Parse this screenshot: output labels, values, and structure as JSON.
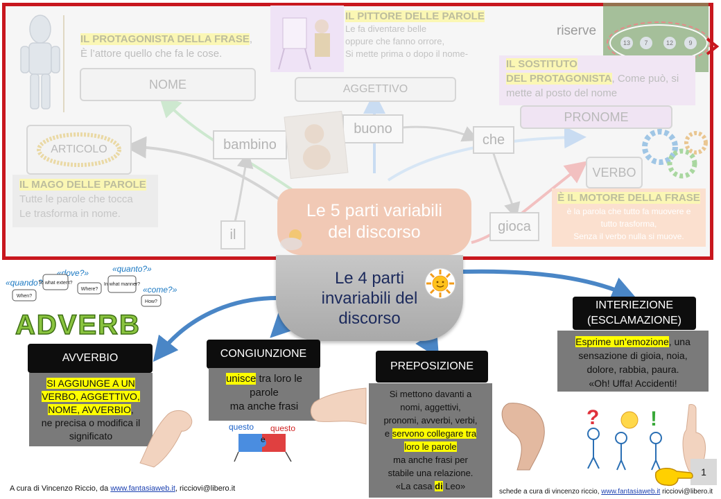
{
  "top": {
    "riserve": "riserve",
    "title_variabili": [
      "Le 5 parti variabili",
      "del discorso"
    ],
    "nome": {
      "heading": "IL PROTAGONISTA DELLA FRASE",
      "heading_suffix": ",",
      "desc": "È l’attore quello che fa le cose.",
      "box": "NOME"
    },
    "aggettivo": {
      "heading": "IL PITTORE  DELLE PAROLE",
      "lines": [
        "Le fa diventare belle",
        " oppure che fanno orrore,",
        "Si mette prima o dopo il nome-"
      ],
      "box": "AGGETTIVO"
    },
    "pronome": {
      "heading1": "IL SOSTITUTO",
      "heading2": "DEL PROTAGONISTA",
      "desc1": ", Come può, si",
      "desc2": "mette  al posto del nome",
      "box": "PRONOME"
    },
    "articolo": {
      "box": "ARTICOLO",
      "heading": "IL MAGO DELLE PAROLE",
      "lines": [
        "Tutte le parole che tocca",
        "Le trasforma in nome."
      ]
    },
    "verbo": {
      "box": "VERBO",
      "heading": "È IL MOTORE DELLA FRASE",
      "lines": [
        " è la parola che tutto fa muovere e",
        "tutto trasforma,",
        "Senza il verbo nulla si muove."
      ]
    },
    "words": {
      "il": "il",
      "bambino": "bambino",
      "buono": "buono",
      "che": "che",
      "gioca": "gioca"
    },
    "jersey_numbers": [
      "13",
      "7",
      "12",
      "9"
    ]
  },
  "center": {
    "title": [
      "Le 4 parti",
      "invariabili del",
      "discorso"
    ]
  },
  "adverb_art": {
    "word": "ADVERB",
    "bubbles": [
      "«quando?»",
      "«dove?»",
      "«quanto?»",
      "«come?»"
    ],
    "signs": [
      "When?",
      "To what extent?",
      "Where?",
      "In what manner?",
      "How?"
    ]
  },
  "avverbio": {
    "label": "AVVERBIO",
    "highlight_lines": [
      "SI AGGIUNGE  A UN",
      "VERBO, AGGETTIVO,",
      "NOME, AVVERBIO"
    ],
    "comma": ",",
    "rest_lines": [
      "ne precisa o modifica il",
      "significato"
    ]
  },
  "congiunzione": {
    "label": "CONGIUNZIONE",
    "hl": "unisce",
    "line1_rest": " tra loro le",
    "lines": [
      "parole",
      "ma anche frasi"
    ],
    "puzzle": [
      "questo",
      "e",
      "questo"
    ]
  },
  "preposizione": {
    "label": "PREPOSIZIONE",
    "lines_before": [
      "Si mettono davanti  a",
      "nomi, aggettivi,",
      "pronomi,  avverbi, verbi,"
    ],
    "e_prefix": "e ",
    "hl1": "servono collegare tra",
    "hl2": "loro  le parole",
    "lines_after": [
      "ma anche frasi per",
      "stabile una relazione."
    ],
    "example_pre": "«La casa ",
    "example_hl": "di",
    "example_post": " Leo»"
  },
  "interiezione": {
    "label_lines": [
      "INTERIEZIONE",
      "(ESCLAMAZIONE)"
    ],
    "hl": "Esprime un’emozione",
    "line1_rest": ", una",
    "lines": [
      "sensazione di gioia, noia,",
      "dolore,  rabbia, paura.",
      "«Oh!  Uffa! Accidenti!"
    ]
  },
  "footer_left": {
    "pre": "A cura di Vincenzo Riccio, da ",
    "link": "www.fantasiaweb.it",
    "post": ", ricciovi@libero.it"
  },
  "footer_right": {
    "pre": "schede a cura di vincenzo riccio, ",
    "link": "www.fantasiaweb.it",
    "post": "  ricciovi@libero.it"
  },
  "page_number": "1",
  "colors": {
    "frame_red": "#c8171e",
    "arrow_blue": "#4a86c6",
    "highlight": "#ffff00",
    "dark_text": "#1c2a5c"
  }
}
